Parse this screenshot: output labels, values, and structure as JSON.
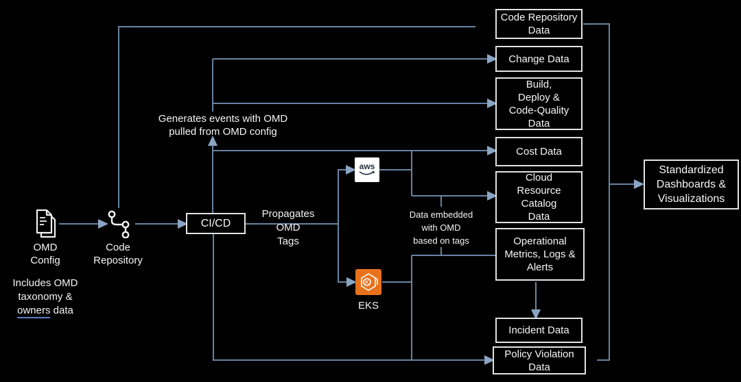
{
  "colors": {
    "background": "#000000",
    "connector_line": "#6785a3",
    "arrowhead": "#8aa5c4",
    "box_border": "#e3e3e3",
    "text": "#f5f5f5",
    "eks_orange": "#e8721c",
    "aws_navy": "#232f3e",
    "owners_underline": "#5b7fbf"
  },
  "diagram": {
    "omd_config": {
      "label": "OMD\nConfig",
      "note": {
        "lines_before": "Includes OMD\ntaxonomy &\n",
        "underlined": "owners",
        "after": " data"
      }
    },
    "code_repository": {
      "label": "Code\nRepository"
    },
    "cicd": {
      "label": "CI/CD"
    },
    "annotations": {
      "generates": "Generates events with OMD\npulled from OMD config",
      "propagates": "Propagates\nOMD\nTags",
      "data_embedded": "Data embedded\nwith OMD\nbased on tags"
    },
    "aws": {
      "label": "aws"
    },
    "eks": {
      "label": "EKS"
    },
    "data_boxes": [
      {
        "id": "code-repository-data",
        "label": "Code Repository\nData"
      },
      {
        "id": "change-data",
        "label": "Change Data"
      },
      {
        "id": "build-deploy-code-quality-data",
        "label": "Build,\nDeploy &\nCode-Quality\nData"
      },
      {
        "id": "cost-data",
        "label": "Cost Data"
      },
      {
        "id": "cloud-resource-catalog-data",
        "label": "Cloud\nResource\nCatalog\nData"
      },
      {
        "id": "operational-metrics-logs-alerts",
        "label": "Operational\nMetrics, Logs &\nAlerts"
      },
      {
        "id": "incident-data",
        "label": "Incident Data"
      },
      {
        "id": "policy-violation-data",
        "label": "Policy Violation\nData"
      }
    ],
    "output": {
      "label": "Standardized\nDashboards &\nVisualizations"
    }
  }
}
